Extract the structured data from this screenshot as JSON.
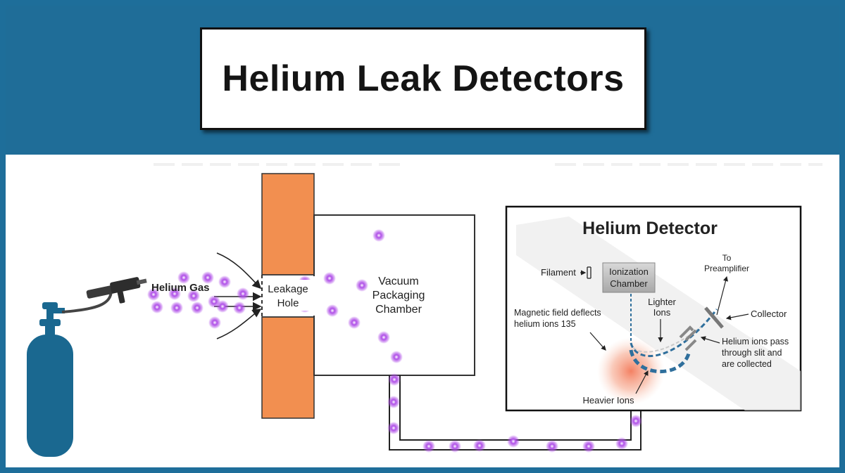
{
  "title": "Helium Leak Detectors",
  "labels": {
    "helium_gas": "Helium Gas",
    "leakage_hole": [
      "Leakage",
      "Hole"
    ],
    "vacuum_chamber": [
      "Vacuum",
      "Packaging",
      "Chamber"
    ]
  },
  "detector": {
    "title": "Helium Detector",
    "filament": "Filament",
    "ionization_chamber": [
      "Ionization",
      "Chamber"
    ],
    "to_preamplifier": [
      "To",
      "Preamplifier"
    ],
    "lighter_ions": [
      "Lighter",
      "Ions"
    ],
    "collector": "Collector",
    "magnetic_field": [
      "Magnetic field deflects",
      "helium ions 135"
    ],
    "helium_pass": [
      "Helium ions pass",
      "through slit and",
      "are collected"
    ],
    "heavier_ions": "Heavier Ions"
  },
  "colors": {
    "banner": "#1f6d98",
    "wall": "#f28f50",
    "cylinder": "#1a6890",
    "particle": "#b050e8",
    "ion_path": "#2f6f9c"
  }
}
